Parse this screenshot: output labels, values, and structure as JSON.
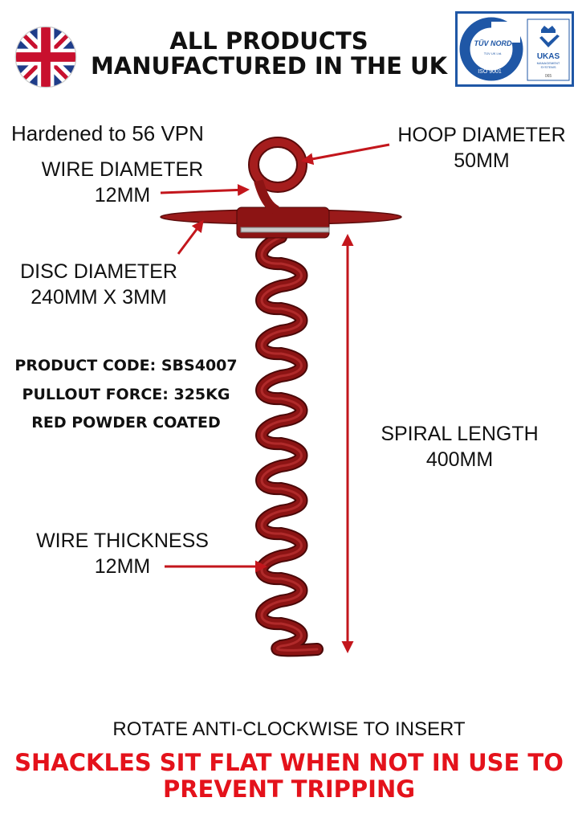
{
  "header": {
    "title_line1": "ALL PRODUCTS",
    "title_line2": "MANUFACTURED IN THE UK",
    "cert_logo": {
      "tuv": "TÜV NORD",
      "tuv_sub": "TÜV UK Ltd.",
      "iso": "ISO 9001",
      "ukas": "UKAS",
      "ukas_sub1": "MANAGEMENT",
      "ukas_sub2": "SYSTEMS",
      "ukas_num": "065"
    }
  },
  "specs": {
    "hardened": "Hardened to 56 VPN",
    "hoop_label": "HOOP DIAMETER",
    "hoop_value": "50MM",
    "wire_label": "WIRE DIAMETER",
    "wire_value": "12MM",
    "disc_label": "DISC DIAMETER",
    "disc_value": "240MM X 3MM",
    "product_code": "PRODUCT CODE: SBS4007",
    "pullout": "PULLOUT FORCE: 325KG",
    "coating": "RED POWDER COATED",
    "spiral_label": "SPIRAL LENGTH",
    "spiral_value": "400MM",
    "thickness_label": "WIRE THICKNESS",
    "thickness_value": "12MM"
  },
  "footer": {
    "instruction": "ROTATE ANTI-CLOCKWISE TO INSERT",
    "warning_line1": "SHACKLES SIT FLAT WHEN NOT IN USE TO",
    "warning_line2": "PREVENT TRIPPING"
  },
  "colors": {
    "accent_red": "#e4121b",
    "stake_red": "#8c1414",
    "logo_blue": "#1f57a6"
  }
}
